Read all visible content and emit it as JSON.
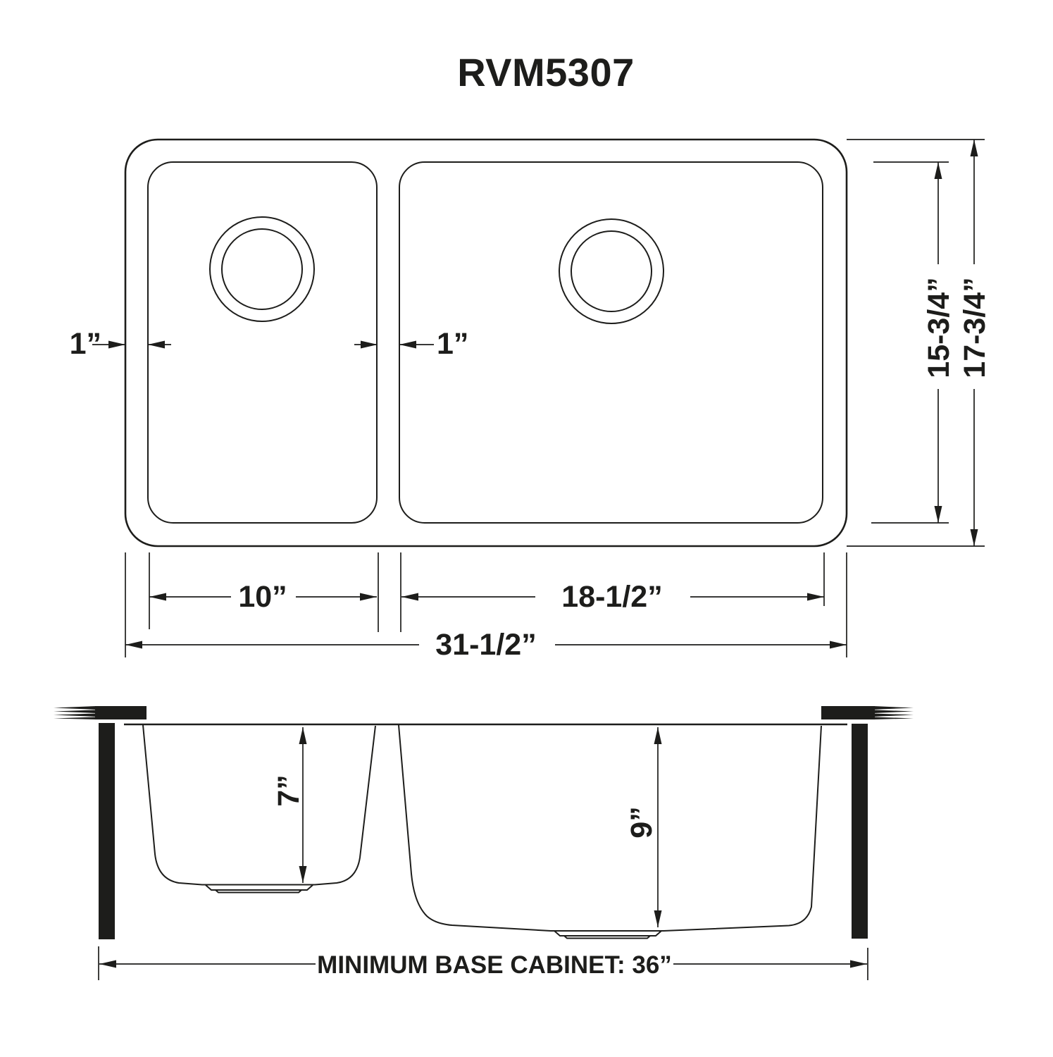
{
  "title": "RVM5307",
  "colors": {
    "line": "#1d1d1b",
    "background": "#ffffff"
  },
  "top_view": {
    "description": "Plan view of double-bowl undermount kitchen sink",
    "dims": {
      "left_rim": "1”",
      "divider": "1”",
      "left_bowl_width": "10”",
      "right_bowl_width": "18-1/2”",
      "overall_width": "31-1/2”",
      "bowl_front_to_back": "15-3/4”",
      "overall_front_to_back": "17-3/4”"
    }
  },
  "side_view": {
    "description": "Front section view under countertop",
    "dims": {
      "left_bowl_depth": "7”",
      "right_bowl_depth": "9”",
      "base_cabinet": "MINIMUM BASE CABINET: 36”"
    }
  }
}
